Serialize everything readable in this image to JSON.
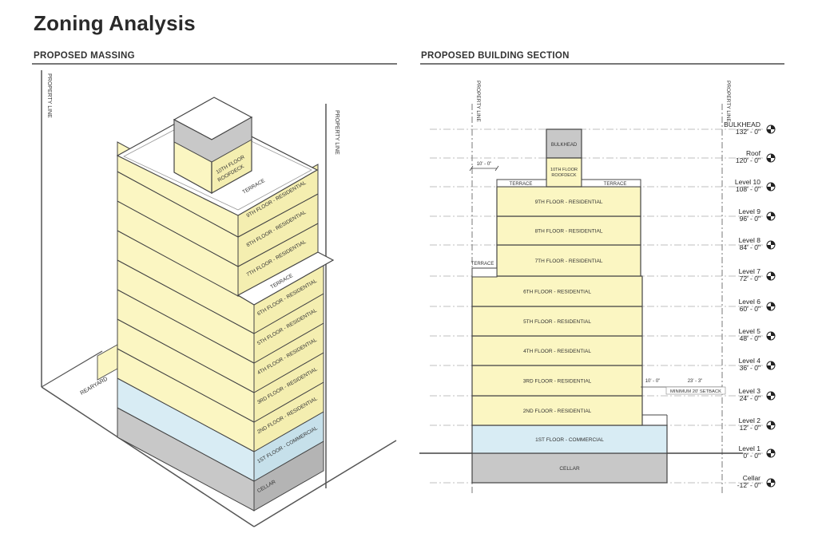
{
  "page_title": "Zoning Analysis",
  "massing": {
    "title": "PROPOSED MASSING",
    "property_line_label": "PROPERTY LINE",
    "rearyard_label": "REARYARD",
    "floors": [
      {
        "label": "CELLAR",
        "type": "cellar"
      },
      {
        "label": "1ST FLOOR - COMMERCIAL",
        "type": "commercial"
      },
      {
        "label": "2ND FLOOR - RESIDENTIAL",
        "type": "residential"
      },
      {
        "label": "3RD FLOOR - RESIDENTIAL",
        "type": "residential"
      },
      {
        "label": "4TH FLOOR - RESIDENTIAL",
        "type": "residential"
      },
      {
        "label": "5TH FLOOR - RESIDENTIAL",
        "type": "residential"
      },
      {
        "label": "6TH FLOOR - RESIDENTIAL",
        "type": "residential"
      },
      {
        "label": "7TH FLOOR - RESIDENTIAL",
        "type": "residential"
      },
      {
        "label": "8TH FLOOR - RESIDENTIAL",
        "type": "residential"
      },
      {
        "label": "9TH FLOOR - RESIDENTIAL",
        "type": "residential"
      }
    ],
    "terrace_label": "TERRACE",
    "roofdeck_label_1": "10TH FLOOR",
    "roofdeck_label_2": "ROOFDECK"
  },
  "section": {
    "title": "PROPOSED BUILDING SECTION",
    "property_line_label": "PROPERTY LINE",
    "floors": [
      {
        "label": "CELLAR",
        "type": "cellar"
      },
      {
        "label": "1ST FLOOR - COMMERCIAL",
        "type": "commercial"
      },
      {
        "label": "2ND FLOOR - RESIDENTIAL",
        "type": "residential"
      },
      {
        "label": "3RD FLOOR - RESIDENTIAL",
        "type": "residential"
      },
      {
        "label": "4TH FLOOR - RESIDENTIAL",
        "type": "residential"
      },
      {
        "label": "5TH FLOOR - RESIDENTIAL",
        "type": "residential"
      },
      {
        "label": "6TH FLOOR - RESIDENTIAL",
        "type": "residential"
      },
      {
        "label": "7TH FLOOR - RESIDENTIAL",
        "type": "residential"
      },
      {
        "label": "8TH FLOOR - RESIDENTIAL",
        "type": "residential"
      },
      {
        "label": "9TH FLOOR - RESIDENTIAL",
        "type": "residential"
      }
    ],
    "bulkhead_label": "BULKHEAD",
    "roofdeck_label_1": "10TH FLOOR",
    "roofdeck_label_2": "ROOFDECK",
    "terrace_label": "TERRACE",
    "dim_top": "10' - 0\"",
    "dim_rear": "10' - 0\"",
    "dim_front": "23' - 3\"",
    "setback_label": "MINIMUM 20' SETBACK",
    "levels": [
      {
        "name": "BULKHEAD",
        "elev": "132' - 0\""
      },
      {
        "name": "Roof",
        "elev": "120' - 0\""
      },
      {
        "name": "Level 10",
        "elev": "108' - 0\""
      },
      {
        "name": "Level 9",
        "elev": "96' - 0\""
      },
      {
        "name": "Level 8",
        "elev": "84' - 0\""
      },
      {
        "name": "Level 7",
        "elev": "72' - 0\""
      },
      {
        "name": "Level 6",
        "elev": "60' - 0\""
      },
      {
        "name": "Level 5",
        "elev": "48' - 0\""
      },
      {
        "name": "Level 4",
        "elev": "36' - 0\""
      },
      {
        "name": "Level 3",
        "elev": "24' - 0\""
      },
      {
        "name": "Level 2",
        "elev": "12' - 0\""
      },
      {
        "name": "Level 1",
        "elev": "0' - 0\""
      },
      {
        "name": "Cellar",
        "elev": "-12' - 0\""
      }
    ]
  },
  "colors": {
    "residential": "#fbf6c2",
    "residential_side": "#f4eeb0",
    "commercial": "#d8ecf4",
    "cellar": "#c8c8c8",
    "roof": "#ffffff",
    "line": "#444444"
  }
}
